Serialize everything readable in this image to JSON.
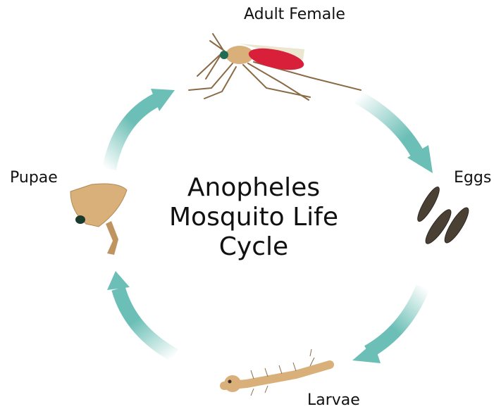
{
  "title": {
    "lines": [
      "Anopheles",
      "Mosquito Life",
      "Cycle"
    ]
  },
  "stages": {
    "adult": "Adult Female",
    "eggs": "Eggs",
    "larvae": "Larvae",
    "pupae": "Pupae"
  },
  "colors": {
    "arrow": "#6cbfb6",
    "body": "#d9b07a",
    "abdomen": "#d8203a",
    "egg": "#4a4033"
  }
}
